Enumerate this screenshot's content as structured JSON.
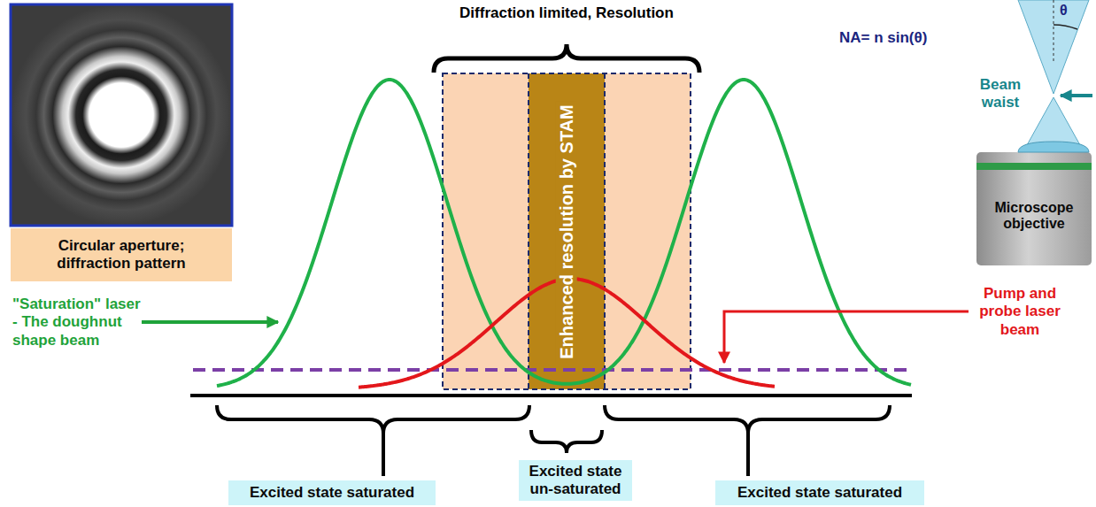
{
  "diagram": {
    "nodes": [
      {
        "text": [
          "Circular aperture; diffraction pattern"
        ]
      },
      {
        "text": [
          "Enhanced resolution by STAM"
        ]
      },
      {
        "text": [
          "Excited state saturated"
        ]
      },
      {
        "text": [
          "Excited state un-saturated"
        ]
      },
      {
        "text": [
          "Excited state saturated"
        ]
      },
      {
        "text": [
          "Microscope objective"
        ]
      }
    ],
    "labels": [
      "Diffraction limited, Resolution",
      "NA= n sin(θ)",
      "θ",
      "Beam waist",
      "\"Saturation\" laser - The doughnut shape beam",
      "Pump and probe laser beam"
    ]
  }
}
